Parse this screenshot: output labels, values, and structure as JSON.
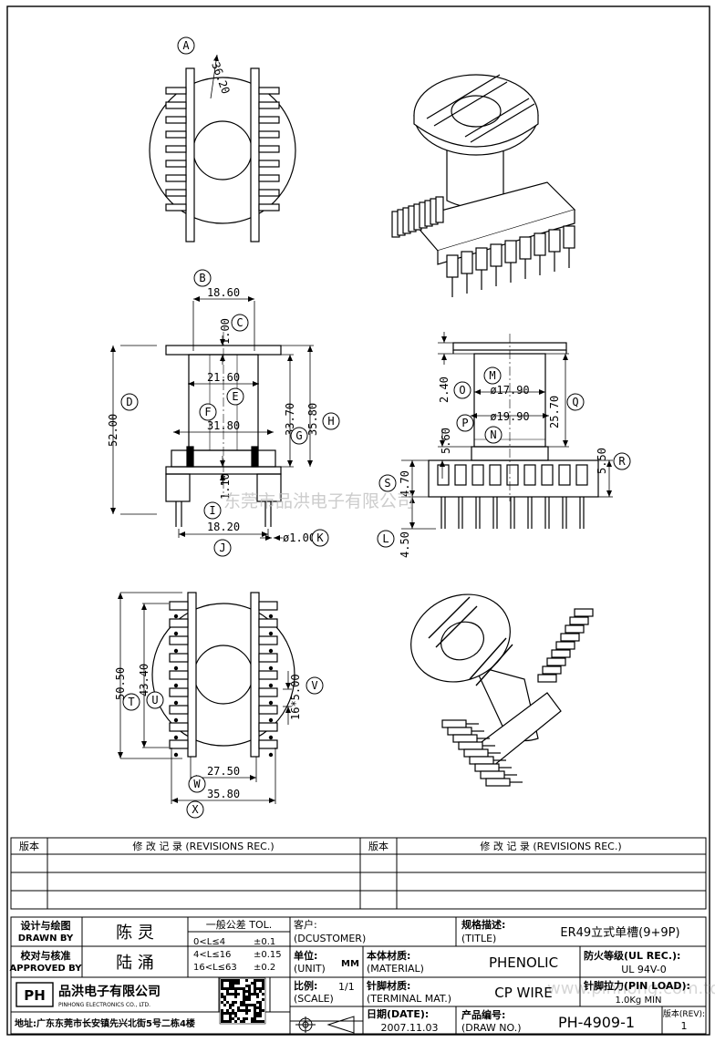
{
  "watermark": "东莞市品洪电子有限公司",
  "site_watermark": "www.pinhong.com.td",
  "views": {
    "top": {
      "dims": {
        "a": "36.20"
      },
      "balloons": {
        "a": "A"
      }
    },
    "front": {
      "dims": {
        "b": "18.60",
        "c": "1.00",
        "d": "52.00",
        "e": "21.60",
        "f": "31.80",
        "g": "33.70",
        "h": "35.80",
        "i": "1.10",
        "j": "18.20",
        "k": "ø1.00"
      },
      "balloons": {
        "b": "B",
        "c": "C",
        "d": "D",
        "e": "E",
        "f": "F",
        "g": "G",
        "h": "H",
        "i": "I",
        "j": "J",
        "k": "K"
      }
    },
    "side": {
      "dims": {
        "o": "2.40",
        "m": "ø17.90",
        "q": "25.70",
        "p": "5.60",
        "n": "ø19.90",
        "r": "5.50",
        "s": "4.70",
        "l": "4.50"
      },
      "balloons": {
        "o": "O",
        "m": "M",
        "q": "Q",
        "p": "P",
        "n": "N",
        "r": "R",
        "s": "S",
        "l": "L"
      }
    },
    "bottom": {
      "dims": {
        "t": "50.50",
        "u": "43.40",
        "v": "16*5.00",
        "w": "27.50",
        "x": "35.80"
      },
      "balloons": {
        "t": "T",
        "u": "U",
        "v": "V",
        "w": "W",
        "x": "X"
      }
    }
  },
  "revisions": {
    "col_version": "版本",
    "col_record": "修 改 记 录 (REVISIONS REC.)"
  },
  "title_block": {
    "design_label_cn": "设计与绘图",
    "design_label_en": "DRAWN BY",
    "designer": "陈 灵",
    "approve_label_cn": "校对与核准",
    "approve_label_en": "APPROVED BY",
    "approver": "陆 涌",
    "tol_title": "一般公差 TOL.",
    "tol_rows": [
      {
        "range": "0<L≤4",
        "value": "±0.1"
      },
      {
        "range": "4<L≤16",
        "value": "±0.15"
      },
      {
        "range": "16<L≤63",
        "value": "±0.2"
      }
    ],
    "customer_label_cn": "客户:",
    "customer_label_en": "(DCUSTOMER)",
    "title_label_cn": "规格描述:",
    "title_label_en": "(TITLE)",
    "title_value": "ER49立式单槽(9+9P)",
    "unit_label_cn": "单位:",
    "unit_label_en": "(UNIT)",
    "unit_value": "MM",
    "material_label_cn": "本体材质:",
    "material_label_en": "(MATERIAL)",
    "material_value": "PHENOLIC",
    "ul_label_cn": "防火等级(UL REC.):",
    "ul_value": "UL 94V-0",
    "scale_label_cn": "比例:",
    "scale_label_en": "(SCALE)",
    "scale_value": "1/1",
    "terminal_label_cn": "针脚材质:",
    "terminal_label_en": "(TERMINAL MAT.)",
    "terminal_value": "CP WIRE",
    "pinload_label": "针脚拉力(PIN LOAD):",
    "pinload_value": "1.0Kg MIN",
    "date_label_cn": "日期(DATE):",
    "date_value": "2007.11.03",
    "drawno_label_cn": "产品编号:",
    "drawno_label_en": "(DRAW NO.)",
    "drawno_value": "PH-4909-1",
    "rev_label": "版本(REV):",
    "rev_value": "1",
    "company_cn": "品洪电子有限公司",
    "company_en": "PINHONG ELECTRONICS CO., LTD.",
    "logo_text": "PH",
    "address": "地址:广东东莞市长安镇先兴北街5号二栋4楼"
  }
}
